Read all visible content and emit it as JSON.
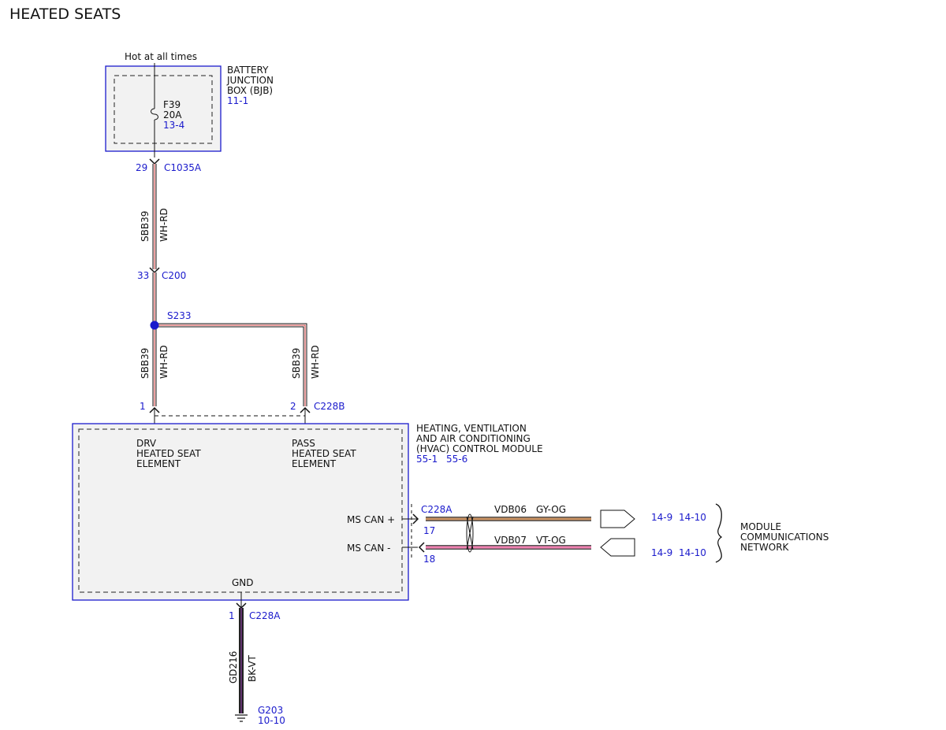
{
  "title": "HEATED SEATS",
  "power_source": "Hot at all times",
  "bjb": {
    "name": [
      "BATTERY",
      "JUNCTION",
      "BOX (BJB)"
    ],
    "ref": "11-1",
    "fuse": {
      "id": "F39",
      "rating": "20A",
      "ref": "13-4"
    },
    "pin": "29",
    "connector": "C1035A"
  },
  "wire_upper": {
    "circuit": "SBB39",
    "color": "WH-RD"
  },
  "c200": {
    "pin": "33",
    "connector": "C200"
  },
  "splice": {
    "id": "S233"
  },
  "wire_drv": {
    "circuit": "SBB39",
    "color": "WH-RD"
  },
  "wire_pass": {
    "circuit": "SBB39",
    "color": "WH-RD"
  },
  "c228b": {
    "pin_drv": "1",
    "pin_pass": "2",
    "connector": "C228B"
  },
  "hvac": {
    "name": [
      "HEATING, VENTILATION",
      "AND AIR CONDITIONING",
      "(HVAC) CONTROL MODULE"
    ],
    "ref1": "55-1",
    "ref2": "55-6",
    "drv": [
      "DRV",
      "HEATED SEAT",
      "ELEMENT"
    ],
    "pass": [
      "PASS",
      "HEATED SEAT",
      "ELEMENT"
    ],
    "can_plus": "MS CAN +",
    "can_minus": "MS CAN -",
    "gnd": "GND"
  },
  "c228a": {
    "connector": "C228A",
    "pin_plus": "17",
    "pin_minus": "18",
    "pin_gnd": "1"
  },
  "can_high": {
    "circuit": "VDB06",
    "color": "GY-OG",
    "ref1": "14-9",
    "ref2": "14-10"
  },
  "can_low": {
    "circuit": "VDB07",
    "color": "VT-OG",
    "ref1": "14-9",
    "ref2": "14-10"
  },
  "network": [
    "MODULE",
    "COMMUNICATIONS",
    "NETWORK"
  ],
  "ground_wire": {
    "circuit": "GD216",
    "color": "BK-VT"
  },
  "ground": {
    "id": "G203",
    "ref": "10-10"
  },
  "colors": {
    "connector_blue": "#1a1acc",
    "wh_rd_stripe": "#d94040",
    "gy_og": "#c89060",
    "vt_og": "#f080b0",
    "bk_vt": "#222222",
    "module_fill": "#f2f2f2"
  }
}
